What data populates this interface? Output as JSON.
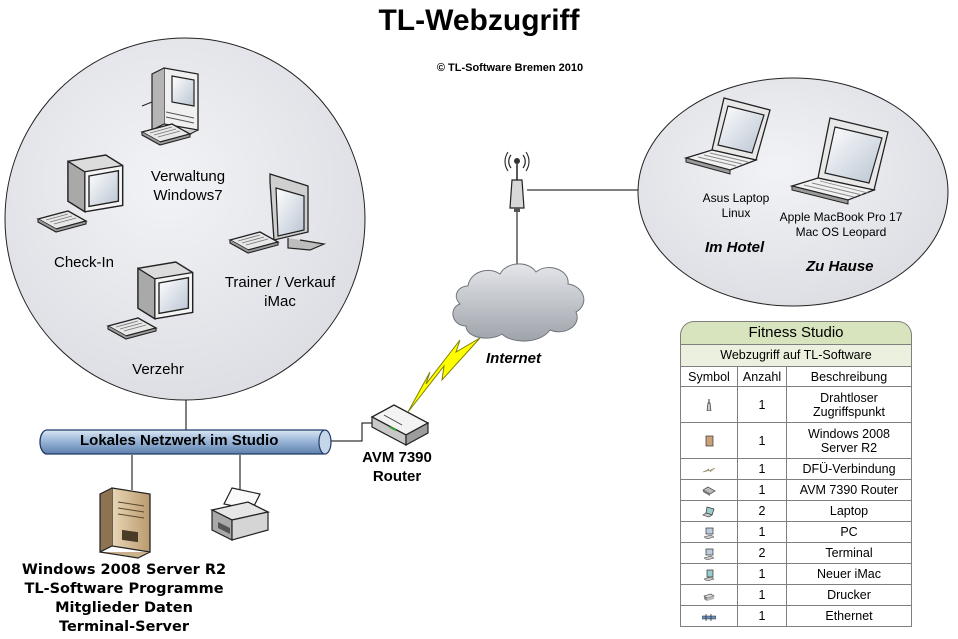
{
  "header": {
    "title": "TL-Webzugriff",
    "copyright": "© TL-Software Bremen 2010"
  },
  "studio": {
    "verwaltung": [
      "Verwaltung",
      "Windows7"
    ],
    "checkin": "Check-In",
    "trainer": [
      "Trainer / Verkauf",
      "iMac"
    ],
    "verzehr": "Verzehr"
  },
  "home": {
    "asus": [
      "Asus Laptop",
      "Linux"
    ],
    "apple": [
      "Apple MacBook Pro 17",
      "Mac OS Leopard"
    ],
    "hotel": "Im Hotel",
    "zuhause": "Zu Hause"
  },
  "network": {
    "lan_label": "Lokales Netzwerk im Studio",
    "internet_label": "Internet",
    "router_label": [
      "AVM 7390",
      "Router"
    ],
    "server_label": [
      "Windows 2008 Server R2",
      "TL-Software Programme",
      "Mitglieder Daten",
      "Terminal-Server"
    ]
  },
  "legend": {
    "title": "Fitness Studio",
    "subtitle": "Webzugriff auf TL-Software",
    "headers": [
      "Symbol",
      "Anzahl",
      "Beschreibung"
    ],
    "rows": [
      {
        "icon": "wireless-access-point-icon",
        "count": "1",
        "desc": [
          "Drahtloser",
          "Zugriffspunkt"
        ]
      },
      {
        "icon": "server-icon",
        "count": "1",
        "desc": [
          "Windows 2008",
          "Server R2"
        ]
      },
      {
        "icon": "dialup-connection-icon",
        "count": "1",
        "desc": [
          "DFÜ-Verbindung"
        ]
      },
      {
        "icon": "router-icon",
        "count": "1",
        "desc": [
          "AVM 7390 Router"
        ]
      },
      {
        "icon": "laptop-icon",
        "count": "2",
        "desc": [
          "Laptop"
        ]
      },
      {
        "icon": "pc-icon",
        "count": "1",
        "desc": [
          "PC"
        ]
      },
      {
        "icon": "terminal-icon",
        "count": "2",
        "desc": [
          "Terminal"
        ]
      },
      {
        "icon": "imac-icon",
        "count": "1",
        "desc": [
          "Neuer iMac"
        ]
      },
      {
        "icon": "printer-icon",
        "count": "1",
        "desc": [
          "Drucker"
        ]
      },
      {
        "icon": "ethernet-icon",
        "count": "1",
        "desc": [
          "Ethernet"
        ]
      }
    ]
  },
  "colors": {
    "lan_pipe": "#9bb7d8",
    "circle_fill": "#e2e3e8",
    "legend_head": "#d7e4bd",
    "lightning": "#ffff00"
  }
}
